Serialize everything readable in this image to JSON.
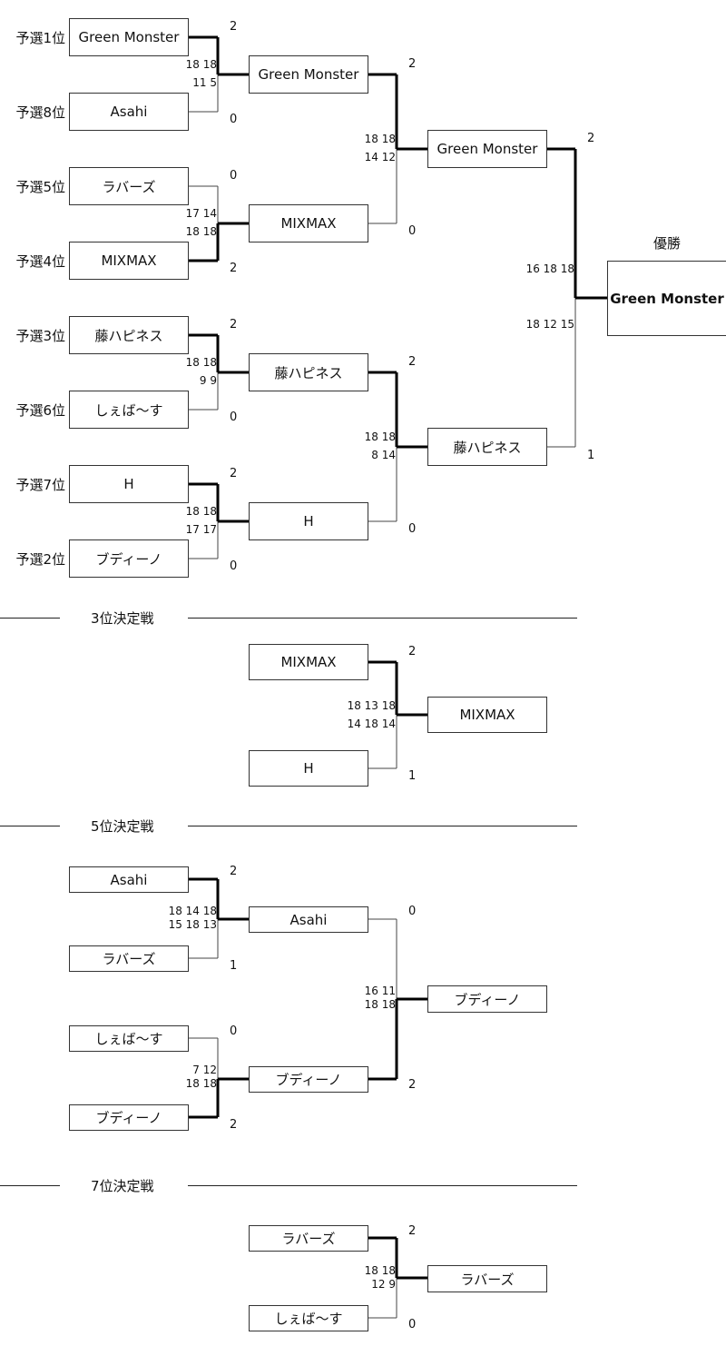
{
  "main_bracket": {
    "seeds": [
      "予選1位",
      "予選8位",
      "予選5位",
      "予選4位",
      "予選3位",
      "予選6位",
      "予選7位",
      "予選2位"
    ],
    "round1": [
      "Green Monster",
      "Asahi",
      "ラバーズ",
      "MIXMAX",
      "藤ハピネス",
      "しぇば〜す",
      "H",
      "ブディーノ"
    ],
    "round2": [
      "Green Monster",
      "MIXMAX",
      "藤ハピネス",
      "H"
    ],
    "round3": [
      "Green Monster",
      "藤ハピネス"
    ],
    "champion_label": "優勝",
    "champion": "Green Monster",
    "matches_r1": [
      {
        "top_wins": "2",
        "bottom_wins": "0",
        "top_scores": "18 18",
        "bottom_scores": "11  5"
      },
      {
        "top_wins": "0",
        "bottom_wins": "2",
        "top_scores": "17 14",
        "bottom_scores": "18 18"
      },
      {
        "top_wins": "2",
        "bottom_wins": "0",
        "top_scores": "18 18",
        "bottom_scores": "9  9"
      },
      {
        "top_wins": "2",
        "bottom_wins": "0",
        "top_scores": "18 18",
        "bottom_scores": "17 17"
      }
    ],
    "matches_r2": [
      {
        "top_wins": "2",
        "bottom_wins": "0",
        "top_scores": "18 18",
        "bottom_scores": "14 12"
      },
      {
        "top_wins": "2",
        "bottom_wins": "0",
        "top_scores": "18 18",
        "bottom_scores": "8 14"
      }
    ],
    "final": {
      "top_wins": "2",
      "bottom_wins": "1",
      "top_scores": "16 18 18",
      "bottom_scores": "18 12 15"
    }
  },
  "third_place": {
    "title": "3位決定戦",
    "top": "MIXMAX",
    "bottom": "H",
    "winner": "MIXMAX",
    "top_wins": "2",
    "bottom_wins": "1",
    "top_scores": "18 13 18",
    "bottom_scores": "14 18 14"
  },
  "fifth_place": {
    "title": "5位決定戦",
    "round1": [
      "Asahi",
      "ラバーズ",
      "しぇば〜す",
      "ブディーノ"
    ],
    "round2": [
      "Asahi",
      "ブディーノ"
    ],
    "winner": "ブディーノ",
    "matches_r1": [
      {
        "top_wins": "2",
        "bottom_wins": "1",
        "top_scores": "18 14 18",
        "bottom_scores": "15 18 13"
      },
      {
        "top_wins": "0",
        "bottom_wins": "2",
        "top_scores": "7 12",
        "bottom_scores": "18 18"
      }
    ],
    "final": {
      "top_wins": "0",
      "bottom_wins": "2",
      "top_scores": "16 11",
      "bottom_scores": "18 18"
    }
  },
  "seventh_place": {
    "title": "7位決定戦",
    "top": "ラバーズ",
    "bottom": "しぇば〜す",
    "winner": "ラバーズ",
    "top_wins": "2",
    "bottom_wins": "0",
    "top_scores": "18 18",
    "bottom_scores": "12 9"
  }
}
